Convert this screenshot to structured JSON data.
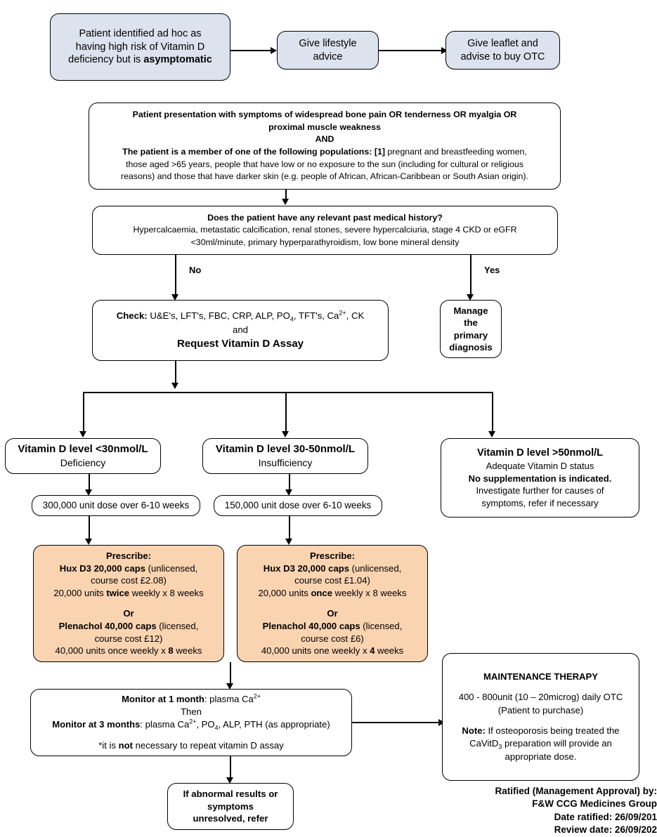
{
  "colors": {
    "box_fill_blue": "#dce3ef",
    "box_fill_orange": "#fad3b1",
    "box_fill_white": "#ffffff",
    "border": "#000000",
    "text": "#000000"
  },
  "nodes": {
    "adhoc": {
      "line1": "Patient identified ad hoc as",
      "line2": "having high risk of Vitamin D",
      "line3_plain": "deficiency but is ",
      "line3_bold": "asymptomatic"
    },
    "lifestyle": {
      "line1": "Give lifestyle",
      "line2": "advice"
    },
    "leaflet": {
      "line1": "Give leaflet and",
      "line2": "advise to buy OTC"
    },
    "presentation": {
      "line1": "Patient presentation with symptoms of widespread bone pain OR tenderness OR myalgia OR",
      "line2": "proximal muscle weakness",
      "line3": "AND",
      "line4_bold": "The patient is a member of one of the following populations: [1]",
      "line4_plain": " pregnant and breastfeeding women,",
      "line5": "those aged >65 years, people that have low or no exposure to the sun (including for cultural or religious",
      "line6": "reasons) and those that have darker skin (e.g. people of African, African-Caribbean or South Asian origin)."
    },
    "pmh": {
      "title": "Does the patient have any relevant past medical history?",
      "line1": "Hypercalcaemia, metastatic calcification, renal stones, severe hypercalciuria, stage 4 CKD or eGFR",
      "line2": "<30ml/minute, primary hyperparathyroidism, low bone mineral density"
    },
    "check": {
      "label_bold": "Check:",
      "tests_a": " U&E's, LFT's, FBC, CRP, ALP, PO",
      "tests_sub": "4",
      "tests_b": ", TFT's, Ca",
      "tests_sup": "2+",
      "tests_c": ", CK",
      "and": "and",
      "request": "Request Vitamin D Assay"
    },
    "manage": {
      "line1": "Manage",
      "line2": "the",
      "line3": "primary",
      "line4": "diagnosis"
    },
    "deficiency": {
      "title": "Vitamin D level <30nmol/L",
      "subtitle": "Deficiency"
    },
    "insufficiency": {
      "title": "Vitamin D level 30-50nmol/L",
      "subtitle": "Insufficiency"
    },
    "adequate": {
      "title": "Vitamin D level >50nmol/L",
      "line1": "Adequate Vitamin D status",
      "line2_bold": "No supplementation is indicated.",
      "line3": "Investigate further for causes of",
      "line4": "symptoms, refer if necessary"
    },
    "dose_deficiency": "300,000 unit dose over 6-10 weeks",
    "dose_insufficiency": "150,000 unit dose over 6-10 weeks",
    "prescribe_deficiency": {
      "heading": "Prescribe:",
      "drug1_bold": "Hux D3 20,000 caps",
      "drug1_plain": " (unlicensed,",
      "drug1_cost": "course cost £2.08)",
      "drug1_dose_a": "20,000 units ",
      "drug1_dose_bold": "twice",
      "drug1_dose_b": " weekly x 8 weeks",
      "or": "Or",
      "drug2_bold": "Plenachol 40,000 caps",
      "drug2_plain": " (licensed,",
      "drug2_cost": "course cost £12)",
      "drug2_dose_a": "40,000 units once weekly x ",
      "drug2_dose_bold": "8",
      "drug2_dose_b": " weeks"
    },
    "prescribe_insufficiency": {
      "heading": "Prescribe:",
      "drug1_bold": "Hux D3 20,000 caps",
      "drug1_plain": " (unlicensed,",
      "drug1_cost": "course cost £1.04)",
      "drug1_dose_a": "20,000 units ",
      "drug1_dose_bold": "once",
      "drug1_dose_b": " weekly x 8 weeks",
      "or": "Or",
      "drug2_bold": "Plenachol 40,000 caps",
      "drug2_plain": " (licensed,",
      "drug2_cost": "course cost £6)",
      "drug2_dose_a": "40,000 units one weekly x ",
      "drug2_dose_bold": "4",
      "drug2_dose_b": " weeks"
    },
    "monitor": {
      "m1_bold": "Monitor at 1 month",
      "m1_plain": ": plasma Ca",
      "m1_sup": "2+",
      "then": "Then",
      "m3_bold": "Monitor at 3 months",
      "m3_plain_a": ": plasma Ca",
      "m3_sup": "2+",
      "m3_plain_b": ", PO",
      "m3_sub": "4",
      "m3_plain_c": ", ALP, PTH (as appropriate)",
      "note_a": "*it is ",
      "note_bold": "not",
      "note_b": " necessary to repeat vitamin D assay"
    },
    "maintenance": {
      "heading": "MAINTENANCE THERAPY",
      "line1": "400 - 800unit (10 – 20microg) daily OTC",
      "line2": "(Patient to purchase)",
      "note_bold": "Note:",
      "note_plain": " If osteoporosis being treated the",
      "note_line2_a": "CaVitD",
      "note_line2_sub": "3",
      "note_line2_b": " preparation will provide an",
      "note_line3": "appropriate dose."
    },
    "refer": {
      "line1": "If abnormal results or",
      "line2": "symptoms",
      "line3": "unresolved, refer"
    }
  },
  "edge_labels": {
    "no": "No",
    "yes": "Yes"
  },
  "footer": {
    "line1": "Ratified (Management Approval) by:",
    "line2": "F&W CCG Medicines Group",
    "line3": "Date ratified: 26/09/201",
    "line4": "Review date: 26/09/202"
  }
}
